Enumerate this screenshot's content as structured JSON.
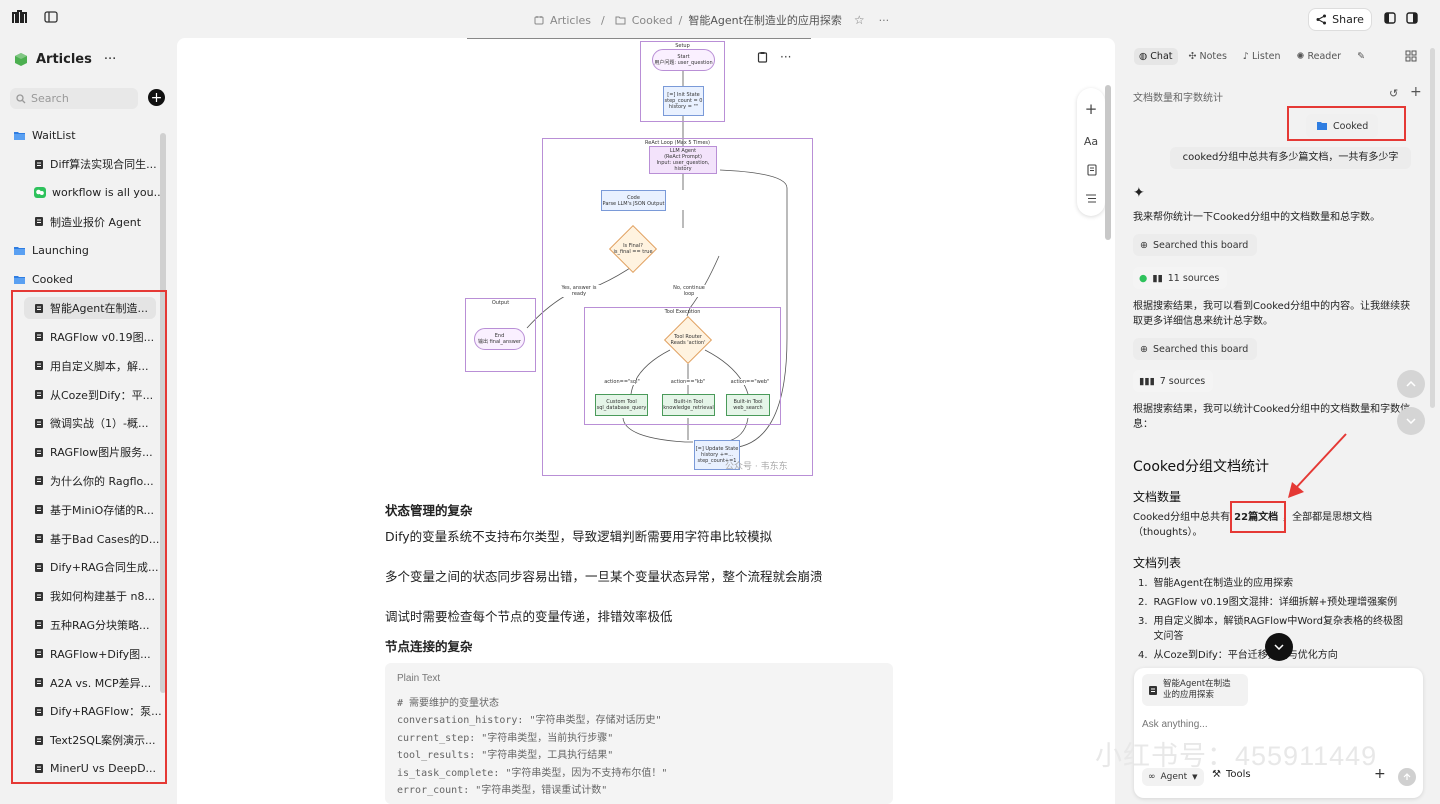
{
  "topbar": {
    "breadcrumb": [
      "Articles",
      "Cooked",
      "智能Agent在制造业的应用探索"
    ],
    "share_label": "Share"
  },
  "sidebar": {
    "title": "Articles",
    "search_placeholder": "Search",
    "folders": {
      "waitlist": "WaitList",
      "launching": "Launching",
      "cooked": "Cooked"
    },
    "waitlist_docs": [
      "Diff算法实现合同生...",
      "workflow is all you...",
      "制造业报价 Agent"
    ],
    "cooked_docs": [
      "智能Agent在制造...",
      "RAGFlow v0.19图...",
      "用自定义脚本，解...",
      "从Coze到Dify：平...",
      "微调实战（1）-概...",
      "RAGFlow图片服务...",
      "为什么你的 Ragflo...",
      "基于MiniO存储的R...",
      "基于Bad Cases的D...",
      "Dify+RAG合同生成...",
      "我如何构建基于 n8...",
      "五种RAG分块策略...",
      "RAGFlow+Dify图...",
      "A2A vs. MCP差异...",
      "Dify+RAGFlow：泵...",
      "Text2SQL案例演示...",
      "MinerU vs DeepD..."
    ],
    "selected_index": 0
  },
  "float_tools": {
    "font_label": "Aa"
  },
  "diagram": {
    "setup_title": "Setup",
    "start_text": [
      "Start",
      "用户问题: user_question"
    ],
    "init_text": [
      "[=] Init State",
      "step_count = 0",
      "history = \"\""
    ],
    "react_title": "ReAct Loop (Max 5 Times)",
    "llm_text": [
      "LLM Agent",
      "(ReAct Prompt)",
      "Input: user_question, history"
    ],
    "code_text": [
      "Code",
      "Parse LLM's JSON Output"
    ],
    "isfinal_text": [
      "Is Final?",
      "is_final == true"
    ],
    "yes_label": "Yes, answer is ready",
    "no_label": "No, continue loop",
    "output_title": "Output",
    "end_text": [
      "End",
      "输出 final_answer"
    ],
    "tool_exec_title": "Tool Execution",
    "router_text": [
      "Tool Router",
      "Reads 'action'"
    ],
    "a1": "action==\"sql\"",
    "a2": "action==\"kb\"",
    "a3": "action==\"web\"",
    "t1": [
      "Custom Tool",
      "sql_database_query"
    ],
    "t2": [
      "Built-in Tool",
      "knowledge_retrieval"
    ],
    "t3": [
      "Built-in Tool",
      "web_search"
    ],
    "update_text": [
      "[=] Update State",
      "history +=...",
      "step_count+=1"
    ],
    "watermark": "公众号 · 韦东东"
  },
  "article": {
    "h_state": "状态管理的复杂",
    "p1": "Dify的变量系统不支持布尔类型，导致逻辑判断需要用字符串比较模拟",
    "p2": "多个变量之间的状态同步容易出错，一旦某个变量状态异常，整个流程就会崩溃",
    "p3": "调试时需要检查每个节点的变量传递，排错效率极低",
    "h_node": "节点连接的复杂",
    "code_lang": "Plain Text",
    "code_lines": [
      "# 需要维护的变量状态",
      "conversation_history: \"字符串类型，存储对话历史\"",
      "current_step: \"字符串类型，当前执行步骤\"",
      "tool_results: \"字符串类型，工具执行结果\"",
      "is_task_complete: \"字符串类型，因为不支持布尔值！\"",
      "error_count: \"字符串类型，错误重试计数\""
    ]
  },
  "right_panel": {
    "tabs": [
      "Chat",
      "Notes",
      "Listen",
      "Reader"
    ],
    "active_tab": "Chat",
    "conv_title": "文档数量和字数统计",
    "mention_chip": "Cooked",
    "user_msg": "cooked分组中总共有多少篇文档，一共有多少字",
    "ai_intro": "我来帮你统计一下Cooked分组中的文档数量和总字数。",
    "searched1": "Searched this board",
    "sources1": "11 sources",
    "msg2": "根据搜索结果，我可以看到Cooked分组中的内容。让我继续获取更多详细信息来统计总字数。",
    "searched2": "Searched this board",
    "sources2": "7 sources",
    "msg3": "根据搜索结果，我可以统计Cooked分组中的文档数量和字数信息：",
    "h_stats": "Cooked分组文档统计",
    "h_count": "文档数量",
    "count_pre": "Cooked分组中总共有",
    "count_val": "22篇文档",
    "count_post": "，全部都是思想文档（thoughts）。",
    "h_list": "文档列表",
    "doc_list": [
      "智能Agent在制造业的应用探索",
      "RAGFlow v0.19图文混排：详细拆解+预处理增强案例",
      "用自定义脚本，解锁RAGFlow中Word复杂表格的终极图文问答",
      "从Coze到Dify：平台迁移挑战与优化方向"
    ],
    "attach_title": "智能Agent在制造业的应用探索",
    "input_placeholder": "Ask anything...",
    "agent_label": "Agent",
    "tools_label": "Tools"
  },
  "overlay_watermark": "小红书号：455911449"
}
